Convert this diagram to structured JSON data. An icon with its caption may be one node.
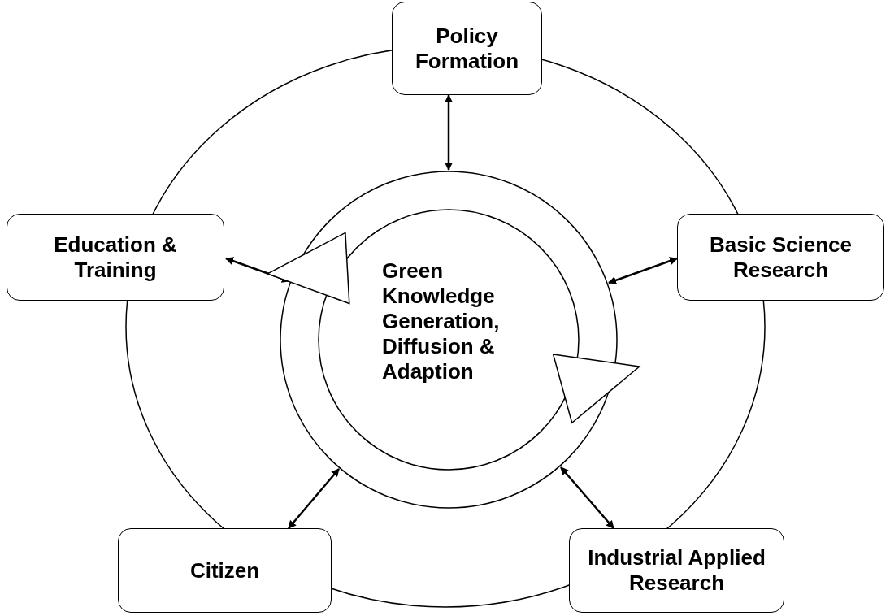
{
  "diagram": {
    "nodes": [
      {
        "text": [
          "Policy Formation"
        ]
      },
      {
        "text": [
          "Education & Training"
        ]
      },
      {
        "text": [
          "Basic Science Research"
        ]
      },
      {
        "text": [
          "Green Knowledge Generation, Diffusion & Adaption"
        ]
      },
      {
        "text": [
          "Citizen"
        ]
      },
      {
        "text": [
          "Industrial Applied Research"
        ]
      }
    ],
    "edges": [
      {
        "from": 0,
        "to": 3,
        "arrow": "both"
      },
      {
        "from": 1,
        "to": 3,
        "arrow": "both"
      },
      {
        "from": 2,
        "to": 3,
        "arrow": "both"
      },
      {
        "from": 4,
        "to": 3,
        "arrow": "both"
      },
      {
        "from": 5,
        "to": 3,
        "arrow": "both"
      }
    ]
  }
}
